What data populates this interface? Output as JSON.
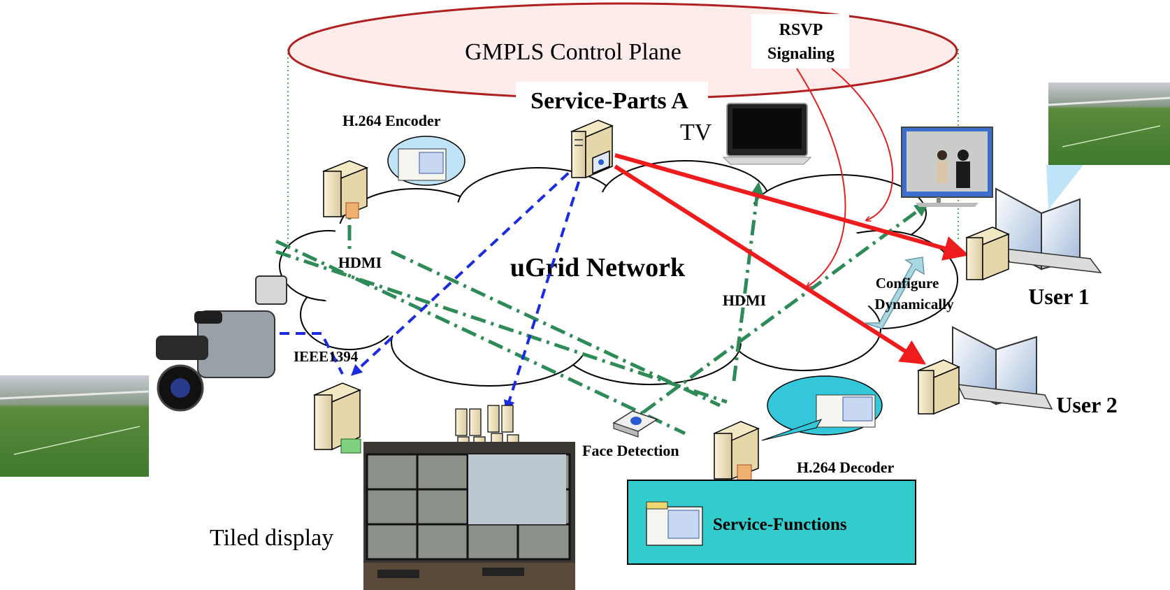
{
  "labels": {
    "control_plane": "GMPLS Control Plane",
    "rsvp_line1": "RSVP",
    "rsvp_line2": "Signaling",
    "service_parts_a": "Service-Parts A",
    "tv": "TV",
    "h264_encoder": "H.264 Encoder",
    "ugrid_network": "uGrid Network",
    "hdmi_left": "HDMI",
    "hdmi_right": "HDMI",
    "ieee1394": "IEEE1394",
    "configure_line1": "Configure",
    "configure_line2": "Dynamically",
    "user1": "User 1",
    "user2": "User 2",
    "face_detection": "Face Detection",
    "h264_decoder": "H.264 Decoder",
    "service_functions": "Service-Functions",
    "tiled_display": "Tiled display"
  },
  "colors": {
    "control_plane_stroke": "#b02020",
    "control_plane_fill": "#fdecea",
    "red_flow": "#ee1c1c",
    "blue_flow": "#1a2be0",
    "green_flow": "#2e8b57",
    "service_functions_fill": "#33cccc",
    "speech_bubble": "#bfe4f8",
    "configure_arrow": "#a9d8e2"
  }
}
